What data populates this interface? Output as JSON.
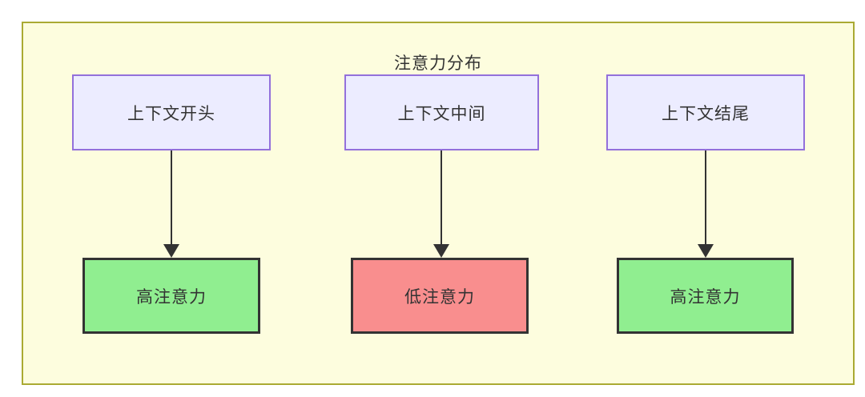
{
  "diagram": {
    "title": "注意力分布",
    "columns": [
      {
        "source": {
          "label": "上下文开头"
        },
        "edge": {
          "style": "arrow-down"
        },
        "target": {
          "label": "高注意力",
          "level": "high"
        }
      },
      {
        "source": {
          "label": "上下文中间"
        },
        "edge": {
          "style": "arrow-down"
        },
        "target": {
          "label": "低注意力",
          "level": "low"
        }
      },
      {
        "source": {
          "label": "上下文结尾"
        },
        "edge": {
          "style": "arrow-down"
        },
        "target": {
          "label": "高注意力",
          "level": "high"
        }
      }
    ],
    "colors": {
      "page_background": "#FFFFFF",
      "container_background": "#FDFDDE",
      "container_border": "#AAAA33",
      "source_node_fill": "#ECECFF",
      "source_node_border": "#9370DB",
      "high_attention_fill": "#90EE90",
      "low_attention_fill": "#F98E8E",
      "target_node_border": "#333333",
      "arrow_color": "#333333",
      "text_color": "#333333"
    }
  }
}
